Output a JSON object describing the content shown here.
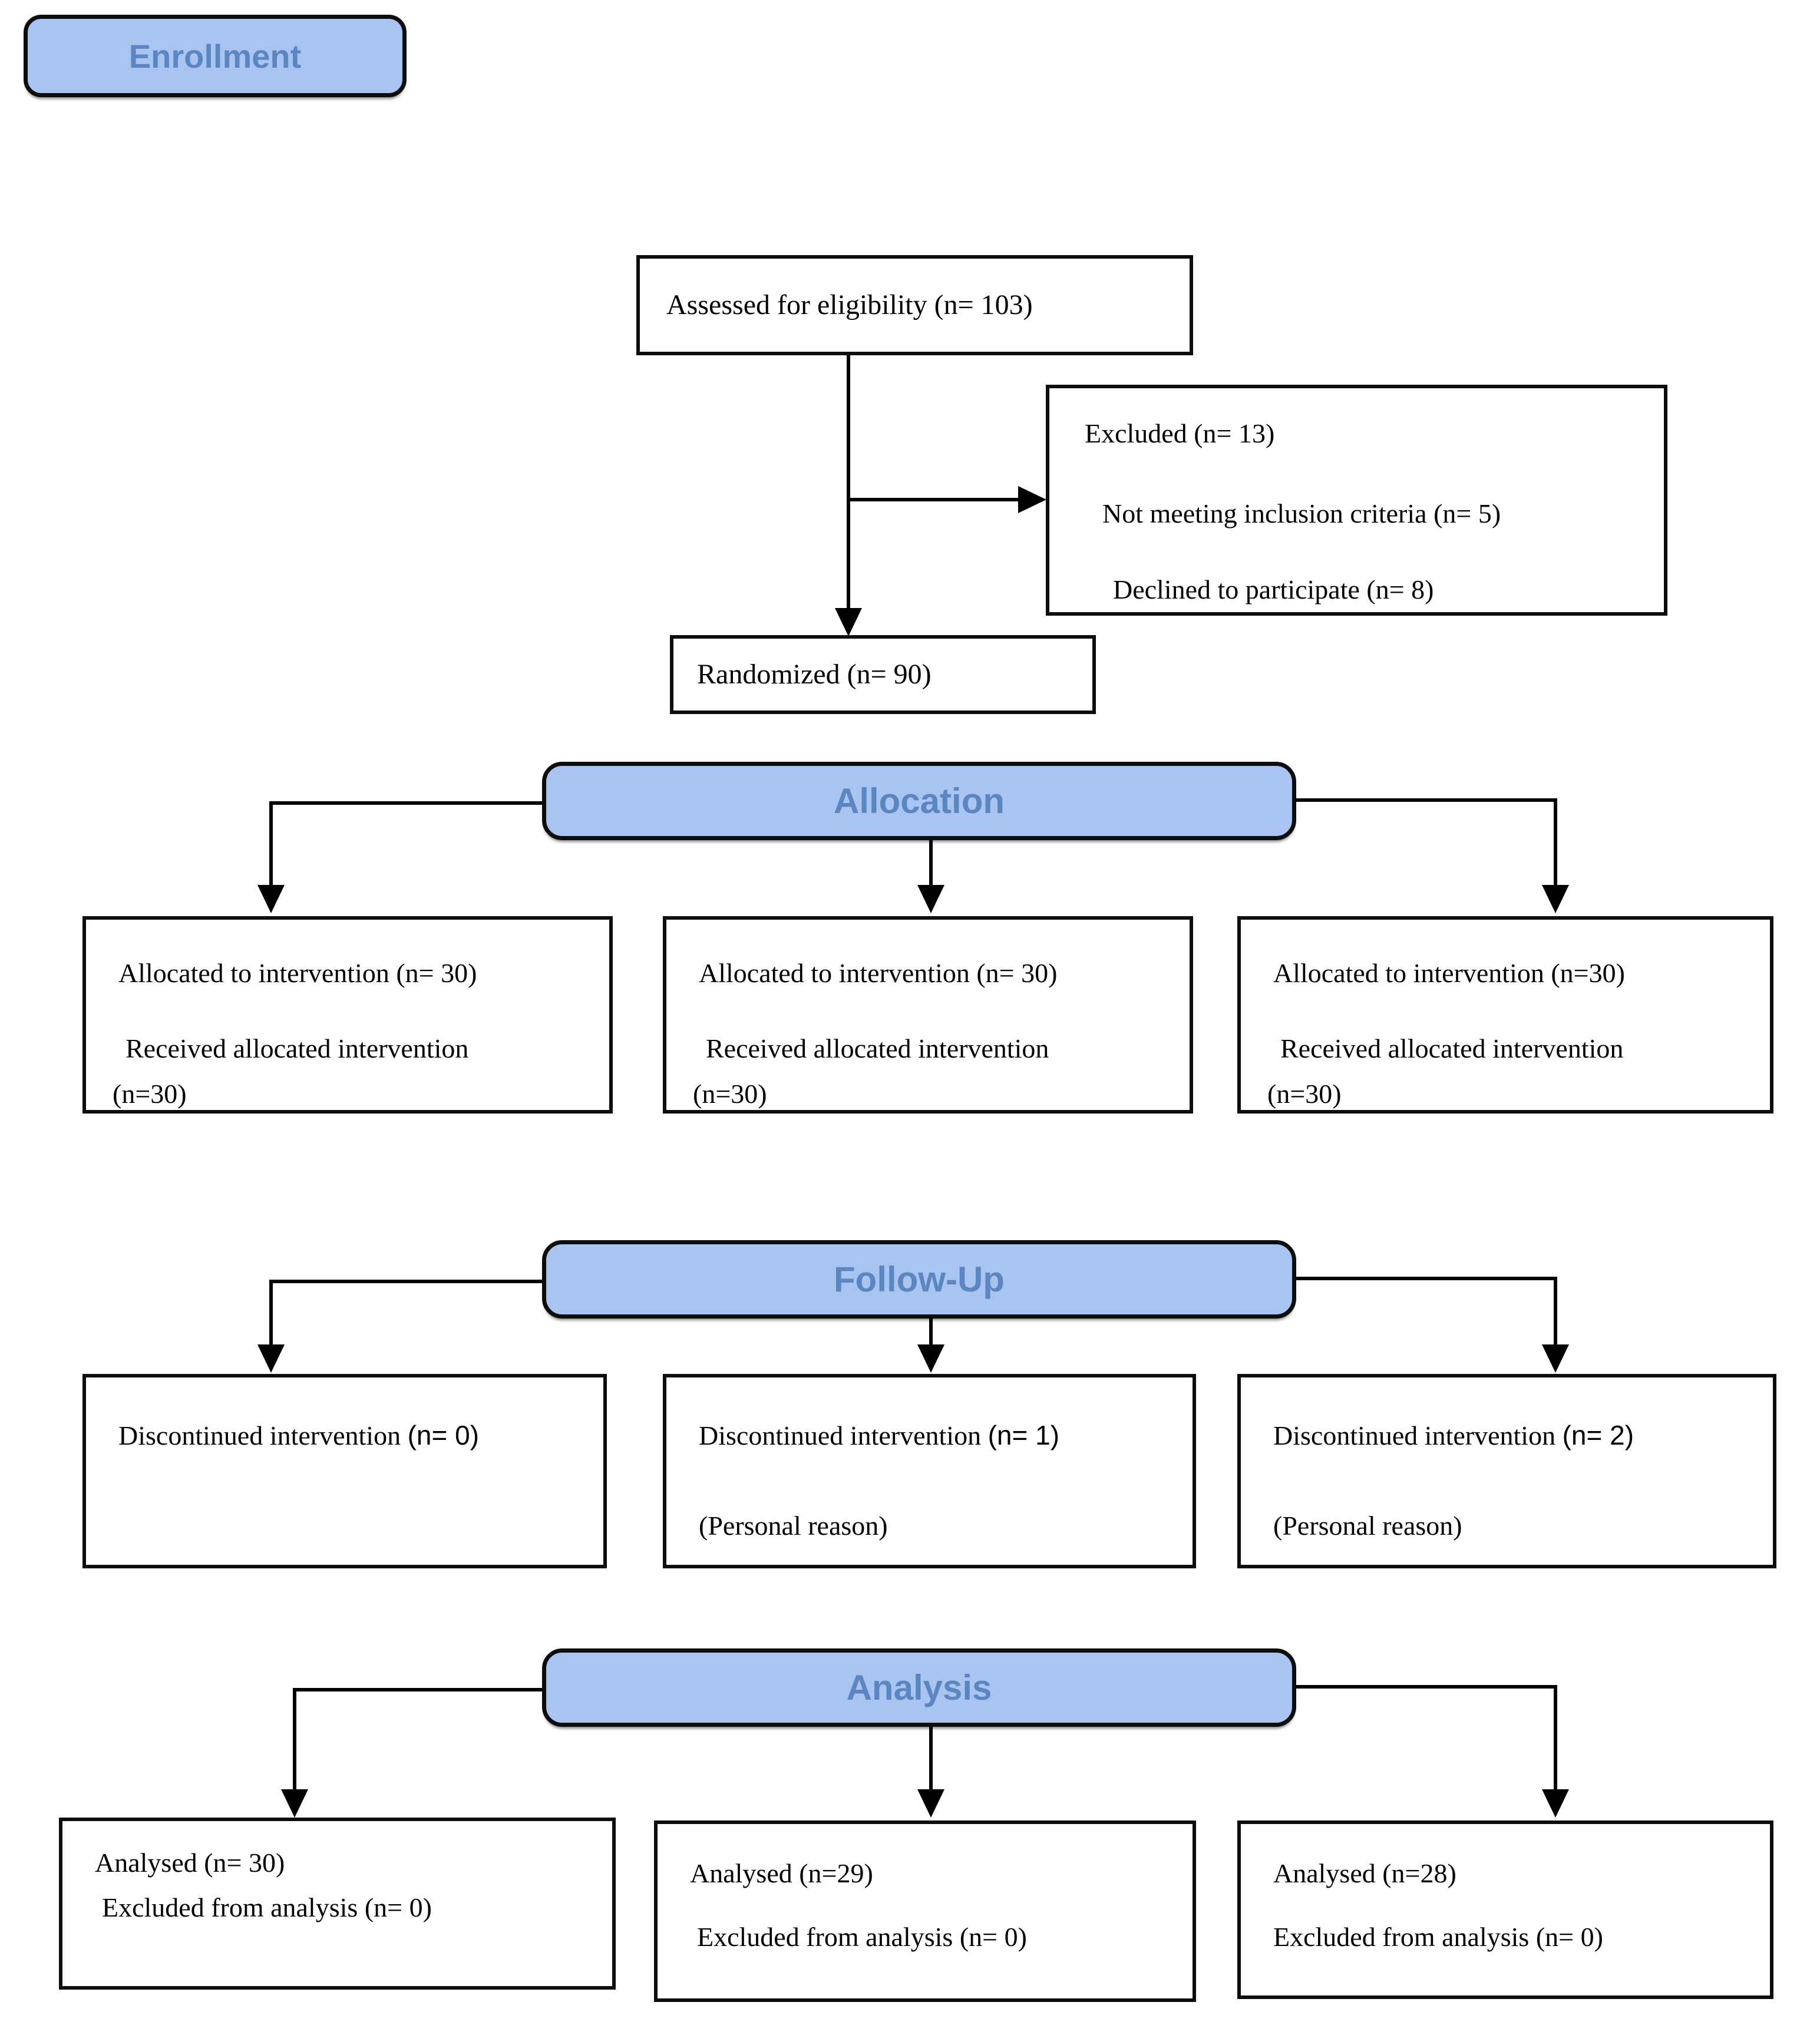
{
  "colors": {
    "banner_fill": "#a9c4f0",
    "banner_text": "#5b86c2",
    "line": "#000000"
  },
  "enrollment": {
    "label": "Enrollment"
  },
  "eligibility": {
    "text": "Assessed for eligibility (n= 103)"
  },
  "excluded": {
    "line1": "Excluded (n= 13)",
    "line2": "Not meeting inclusion criteria (n= 5)",
    "line3": "Declined to participate (n= 8)"
  },
  "randomized": {
    "text": "Randomized (n= 90)"
  },
  "allocation": {
    "banner": "Allocation",
    "boxes": [
      {
        "line1": "Allocated to intervention (n= 30)",
        "line2": "Received allocated intervention",
        "line3": "(n=30)"
      },
      {
        "line1": "Allocated to intervention (n= 30)",
        "line2": "Received allocated intervention",
        "line3": "(n=30)"
      },
      {
        "line1": "Allocated to intervention (n=30)",
        "line2": "Received allocated intervention",
        "line3": "(n=30)"
      }
    ]
  },
  "followup": {
    "banner": "Follow-Up",
    "boxes": [
      {
        "label": "Discontinued intervention",
        "n": "(n= 0)",
        "reason": ""
      },
      {
        "label": "Discontinued intervention",
        "n": "(n= 1)",
        "reason": "(Personal reason)"
      },
      {
        "label": "Discontinued intervention",
        "n": "(n= 2)",
        "reason": "(Personal reason)"
      }
    ]
  },
  "analysis": {
    "banner": "Analysis",
    "boxes": [
      {
        "line1": "Analysed (n= 30)",
        "line2": "Excluded from analysis (n= 0)"
      },
      {
        "line1": "Analysed (n=29)",
        "line2": "Excluded from analysis (n= 0)"
      },
      {
        "line1": "Analysed (n=28)",
        "line2": "Excluded from analysis (n= 0)"
      }
    ]
  }
}
